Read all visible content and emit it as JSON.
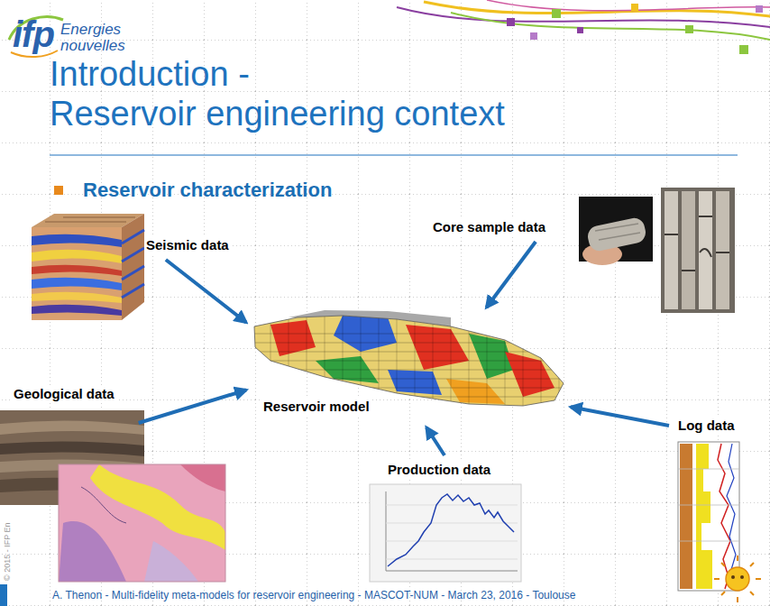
{
  "diagram": {
    "title": "Introduction - Reservoir engineering context",
    "nodes": [
      {
        "text": [
          "Seismic data"
        ]
      },
      {
        "text": [
          "Core sample data"
        ]
      },
      {
        "text": [
          "Reservoir model"
        ]
      },
      {
        "text": [
          "Geological data"
        ]
      },
      {
        "text": [
          "Log data"
        ]
      },
      {
        "text": [
          "Production data"
        ]
      }
    ],
    "edges": [
      {
        "from": 0,
        "to": 2,
        "arrow": "to"
      },
      {
        "from": 1,
        "to": 2,
        "arrow": "to"
      },
      {
        "from": 3,
        "to": 2,
        "arrow": "to"
      },
      {
        "from": 4,
        "to": 2,
        "arrow": "to"
      },
      {
        "from": 5,
        "to": 2,
        "arrow": "to"
      }
    ],
    "labels": [
      "ifp",
      "Energies",
      "nouvelles",
      "Reservoir characterization",
      "A. Thenon - Multi-fidelity meta-models for reservoir engineering - MASCOT-NUM - March 23, 2016 - Toulouse",
      "© 2015 - IFP En"
    ]
  }
}
